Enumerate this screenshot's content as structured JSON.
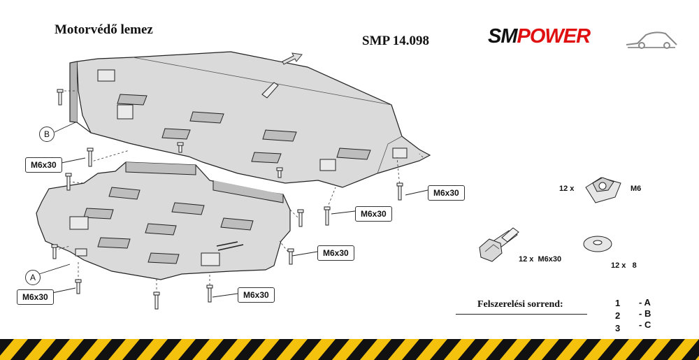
{
  "header": {
    "title": "Motorvédő lemez",
    "code": "SMP 14.098",
    "logo_sm": "SM",
    "logo_power": "POWER"
  },
  "parts": {
    "bolt_label": "M6x30",
    "part_b": "B",
    "part_a": "A"
  },
  "hardware": {
    "clip_qty": "12 x",
    "clip_size": "M6",
    "bolt_qty_label": "12 x  M6x30",
    "washer_label": "12 x   8"
  },
  "sequence": {
    "title": "Felszerelési sorrend:",
    "steps": [
      {
        "num": "1",
        "part": "- A"
      },
      {
        "num": "2",
        "part": "- B"
      },
      {
        "num": "3",
        "part": "- C"
      }
    ]
  },
  "colors": {
    "plate": "#d9d9d9",
    "plate_dark": "#a8a8a8",
    "line": "#222222",
    "logo_black": "#111111",
    "logo_red": "#e01010",
    "hazard_yellow": "#f4c20d",
    "hazard_black": "#111111"
  }
}
